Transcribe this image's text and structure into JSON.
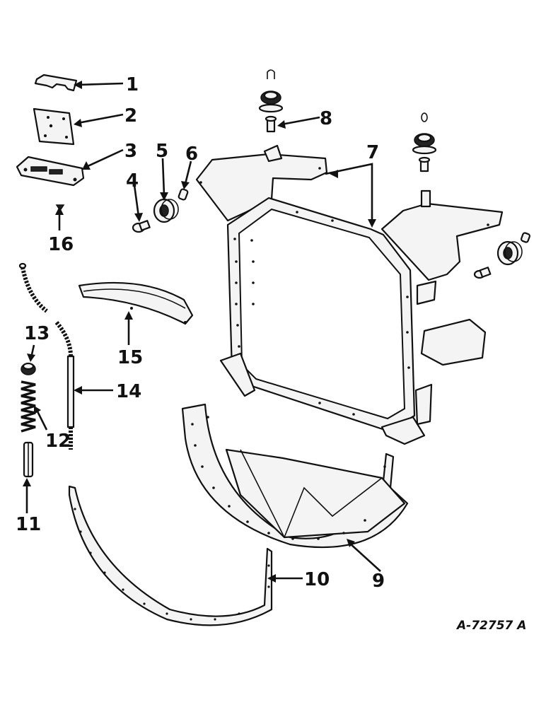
{
  "diagram": {
    "drawing_number": "A-72757 A",
    "callouts": [
      {
        "id": "callout-1",
        "label": "1"
      },
      {
        "id": "callout-2",
        "label": "2"
      },
      {
        "id": "callout-3",
        "label": "3"
      },
      {
        "id": "callout-4",
        "label": "4"
      },
      {
        "id": "callout-5",
        "label": "5"
      },
      {
        "id": "callout-6",
        "label": "6"
      },
      {
        "id": "callout-7",
        "label": "7"
      },
      {
        "id": "callout-8",
        "label": "8"
      },
      {
        "id": "callout-9",
        "label": "9"
      },
      {
        "id": "callout-10",
        "label": "10"
      },
      {
        "id": "callout-11",
        "label": "11"
      },
      {
        "id": "callout-12",
        "label": "12"
      },
      {
        "id": "callout-13",
        "label": "13"
      },
      {
        "id": "callout-14",
        "label": "14"
      },
      {
        "id": "callout-15",
        "label": "15"
      },
      {
        "id": "callout-16",
        "label": "16"
      }
    ]
  }
}
